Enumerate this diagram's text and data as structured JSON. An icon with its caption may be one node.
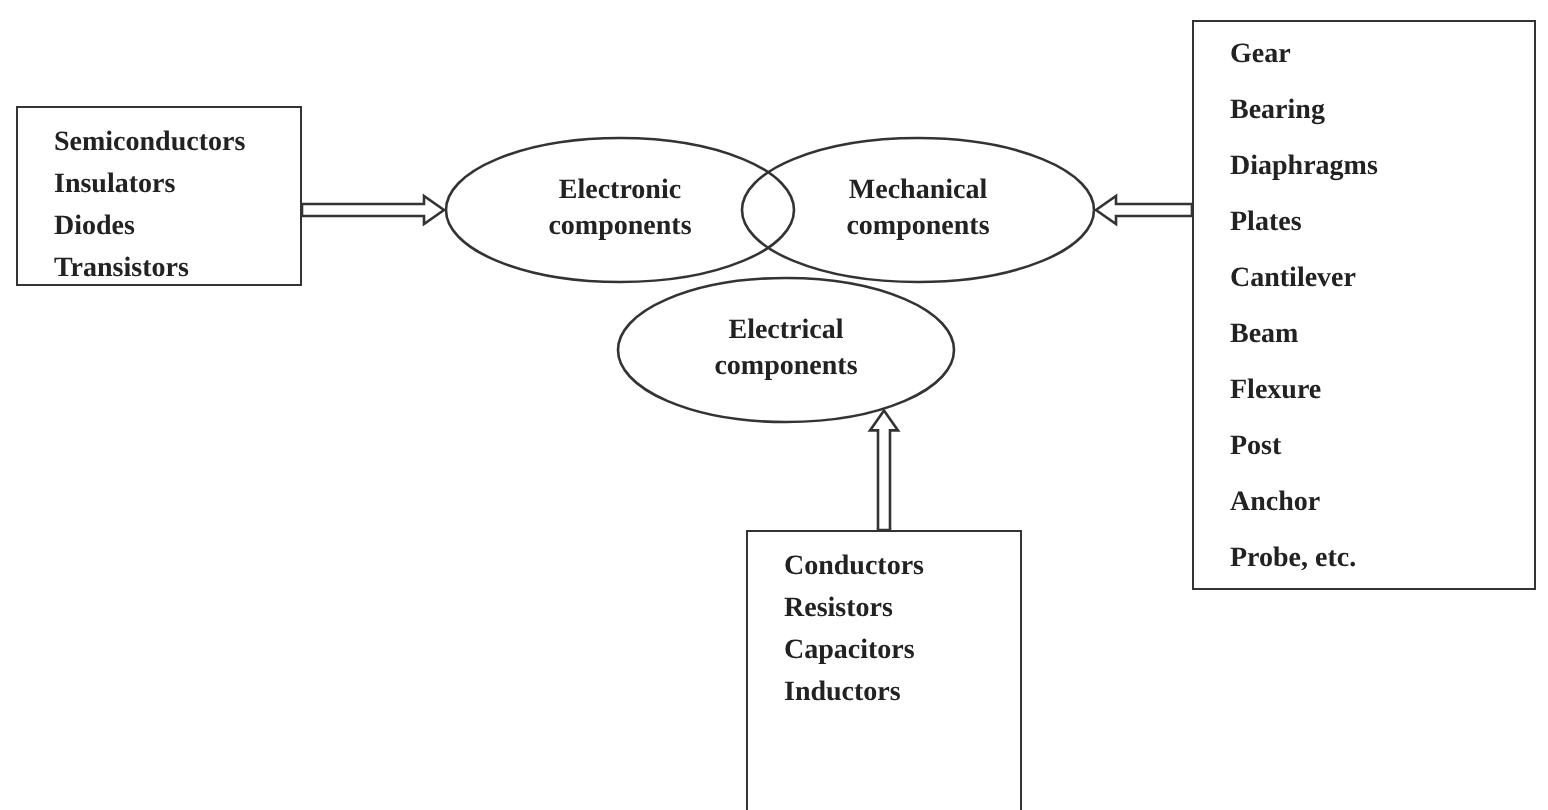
{
  "diagram": {
    "nodes": [
      {
        "text": [
          "Semiconductors",
          "Insulators",
          "Diodes",
          "Transistors"
        ]
      },
      {
        "text": [
          "Electronic components"
        ]
      },
      {
        "text": [
          "Mechanical components"
        ]
      },
      {
        "text": [
          "Electrical components"
        ]
      },
      {
        "text": [
          "Gear",
          "Bearing",
          "Diaphragms",
          "Plates",
          "Cantilever",
          "Beam",
          "Flexure",
          "Post",
          "Anchor",
          "Probe, etc."
        ]
      },
      {
        "text": [
          "Conductors",
          "Resistors",
          "Capacitors",
          "Inductors"
        ]
      }
    ],
    "edges": [
      {
        "from": 0,
        "to": 1,
        "arrow": "to"
      },
      {
        "from": 4,
        "to": 2,
        "arrow": "to"
      },
      {
        "from": 5,
        "to": 3,
        "arrow": "to"
      }
    ]
  }
}
